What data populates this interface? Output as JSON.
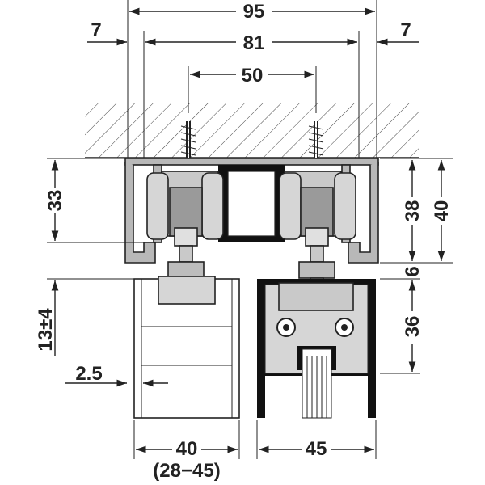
{
  "colors": {
    "ink": "#222222",
    "frame_gray": "#b8b8b8",
    "roller_gray": "#c9c9c9",
    "roller_dark": "#8a8a8a",
    "light_gray": "#d6d6d6",
    "black": "#111111",
    "hatch": "#444444"
  },
  "dimensions": {
    "total_width": "95",
    "inner_width": "81",
    "screw_spacing": "50",
    "left_offset": "7",
    "right_offset": "7",
    "track_height_left": "33",
    "track_height_right": "38",
    "overall_height": "40",
    "gap": "6",
    "door_height": "36",
    "adjust": "13±4",
    "edge": "2.5",
    "panel_thickness": "40",
    "panel_range": "(28−45)",
    "profile_width": "45"
  },
  "diagram": {
    "components": [
      "ceiling",
      "track-profile",
      "left-roller-carriage",
      "right-roller-carriage",
      "suspension-bolt",
      "wood-door-panel",
      "glass-door-profile"
    ]
  }
}
